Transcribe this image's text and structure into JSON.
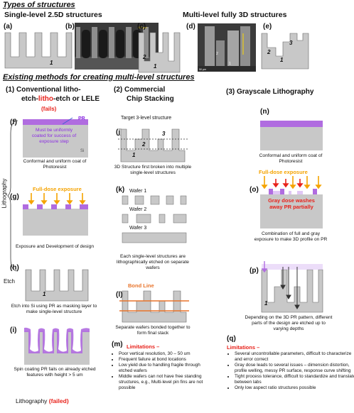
{
  "types_heading": "Types of structures",
  "single_level_heading": "Single-level 2.5D structures",
  "multi_level_heading": "Multi-level fully 3D structures",
  "panel_labels": {
    "a": "(a)",
    "b": "(b)",
    "c": "(c)",
    "d": "(d)",
    "e": "(e)",
    "f": "(f)",
    "g": "(g)",
    "h": "(h)",
    "i": "(i)",
    "j": "(j)",
    "k": "(k)",
    "l": "(l)",
    "m": "(m)",
    "n": "(n)",
    "o": "(o)",
    "p": "(p)",
    "q": "(q)"
  },
  "level_nums": {
    "one": "1",
    "two": "2",
    "three": "3"
  },
  "sem_b_scale": "100 µm",
  "sem_d_scale": "50 µm",
  "existing_heading": "Existing methods for creating multi-level structures",
  "col1": {
    "title_num": "(1)",
    "title_a": "Conventional litho-",
    "title_b1": "etch-",
    "title_b2": "litho",
    "title_b3": "-etch or LELE",
    "fails": "(fails)",
    "pr": "PR",
    "si": "Si",
    "pr_note": "Must be uniformly coated for success of exposure step",
    "cap_f": "Conformal and uniform coat of Photoresist",
    "full_dose": "Full-dose exposure",
    "cap_g": "Exposure and Development of design",
    "side_litho": "Lithography",
    "side_etch": "Etch",
    "cap_h": "Etch into Si using PR as masking layer to make single-level structure",
    "cap_i": "Spin coating PR fails on already etched features with height > 5 um",
    "footer_a": "Lithography",
    "footer_b": "(failed)"
  },
  "col2": {
    "title_num": "(2)",
    "title_a": "Commercial",
    "title_b": "Chip Stacking",
    "target": "Target 3-level structure",
    "cap_j": "3D Structure first broken into multiple single-level structures",
    "wafer1": "Wafer 1",
    "wafer2": "Wafer 2",
    "wafer3": "Wafer 3",
    "cap_k": "Each single-level structures are lithographically etched on separate wafers",
    "bond_line": "Bond Line",
    "cap_l": "Separate wafers bonded together to form final stack",
    "lim_title": "Limitations –",
    "limitations": [
      "Poor vertical resolution, 30 – 50 um",
      "Frequent failure at bond locations",
      "Low yield due to handling fragile through etched wafers",
      "Middle wafers can not have free standing structures, e.g., Multi-level pin fins are not possible"
    ]
  },
  "col3": {
    "title_num": "(3)",
    "title_a": "Grayscale Lithography",
    "cap_n": "Conformal and uniform coat of Photoresist",
    "full_dose": "Full-dose exposure",
    "gray_dose": "Gray dose washes away PR partially",
    "cap_o": "Combination of full and gray exposure to make 3D profile on PR",
    "cap_p": "Depending on the 3D PR pattern, different parts of the design are etched up to varying depths",
    "lim_title": "Limitations –",
    "limitations": [
      "Several uncontrollable parameters, difficult to characterize and error correct",
      "Gray dose leads to several issues – dimension distortion, profile welling, messy PR surface, response curve shifting",
      "Tight process tolerance, difficult to standardize and translate between labs",
      "Only low aspect ratio structures possible"
    ]
  },
  "colors": {
    "si": "#c8c8c8",
    "pr": "#b06ce0",
    "pr_light": "#e0c6f5",
    "orange": "#f5a300",
    "red": "#e8221b",
    "purple": "#8a2be2",
    "bond": "#e8742b"
  }
}
